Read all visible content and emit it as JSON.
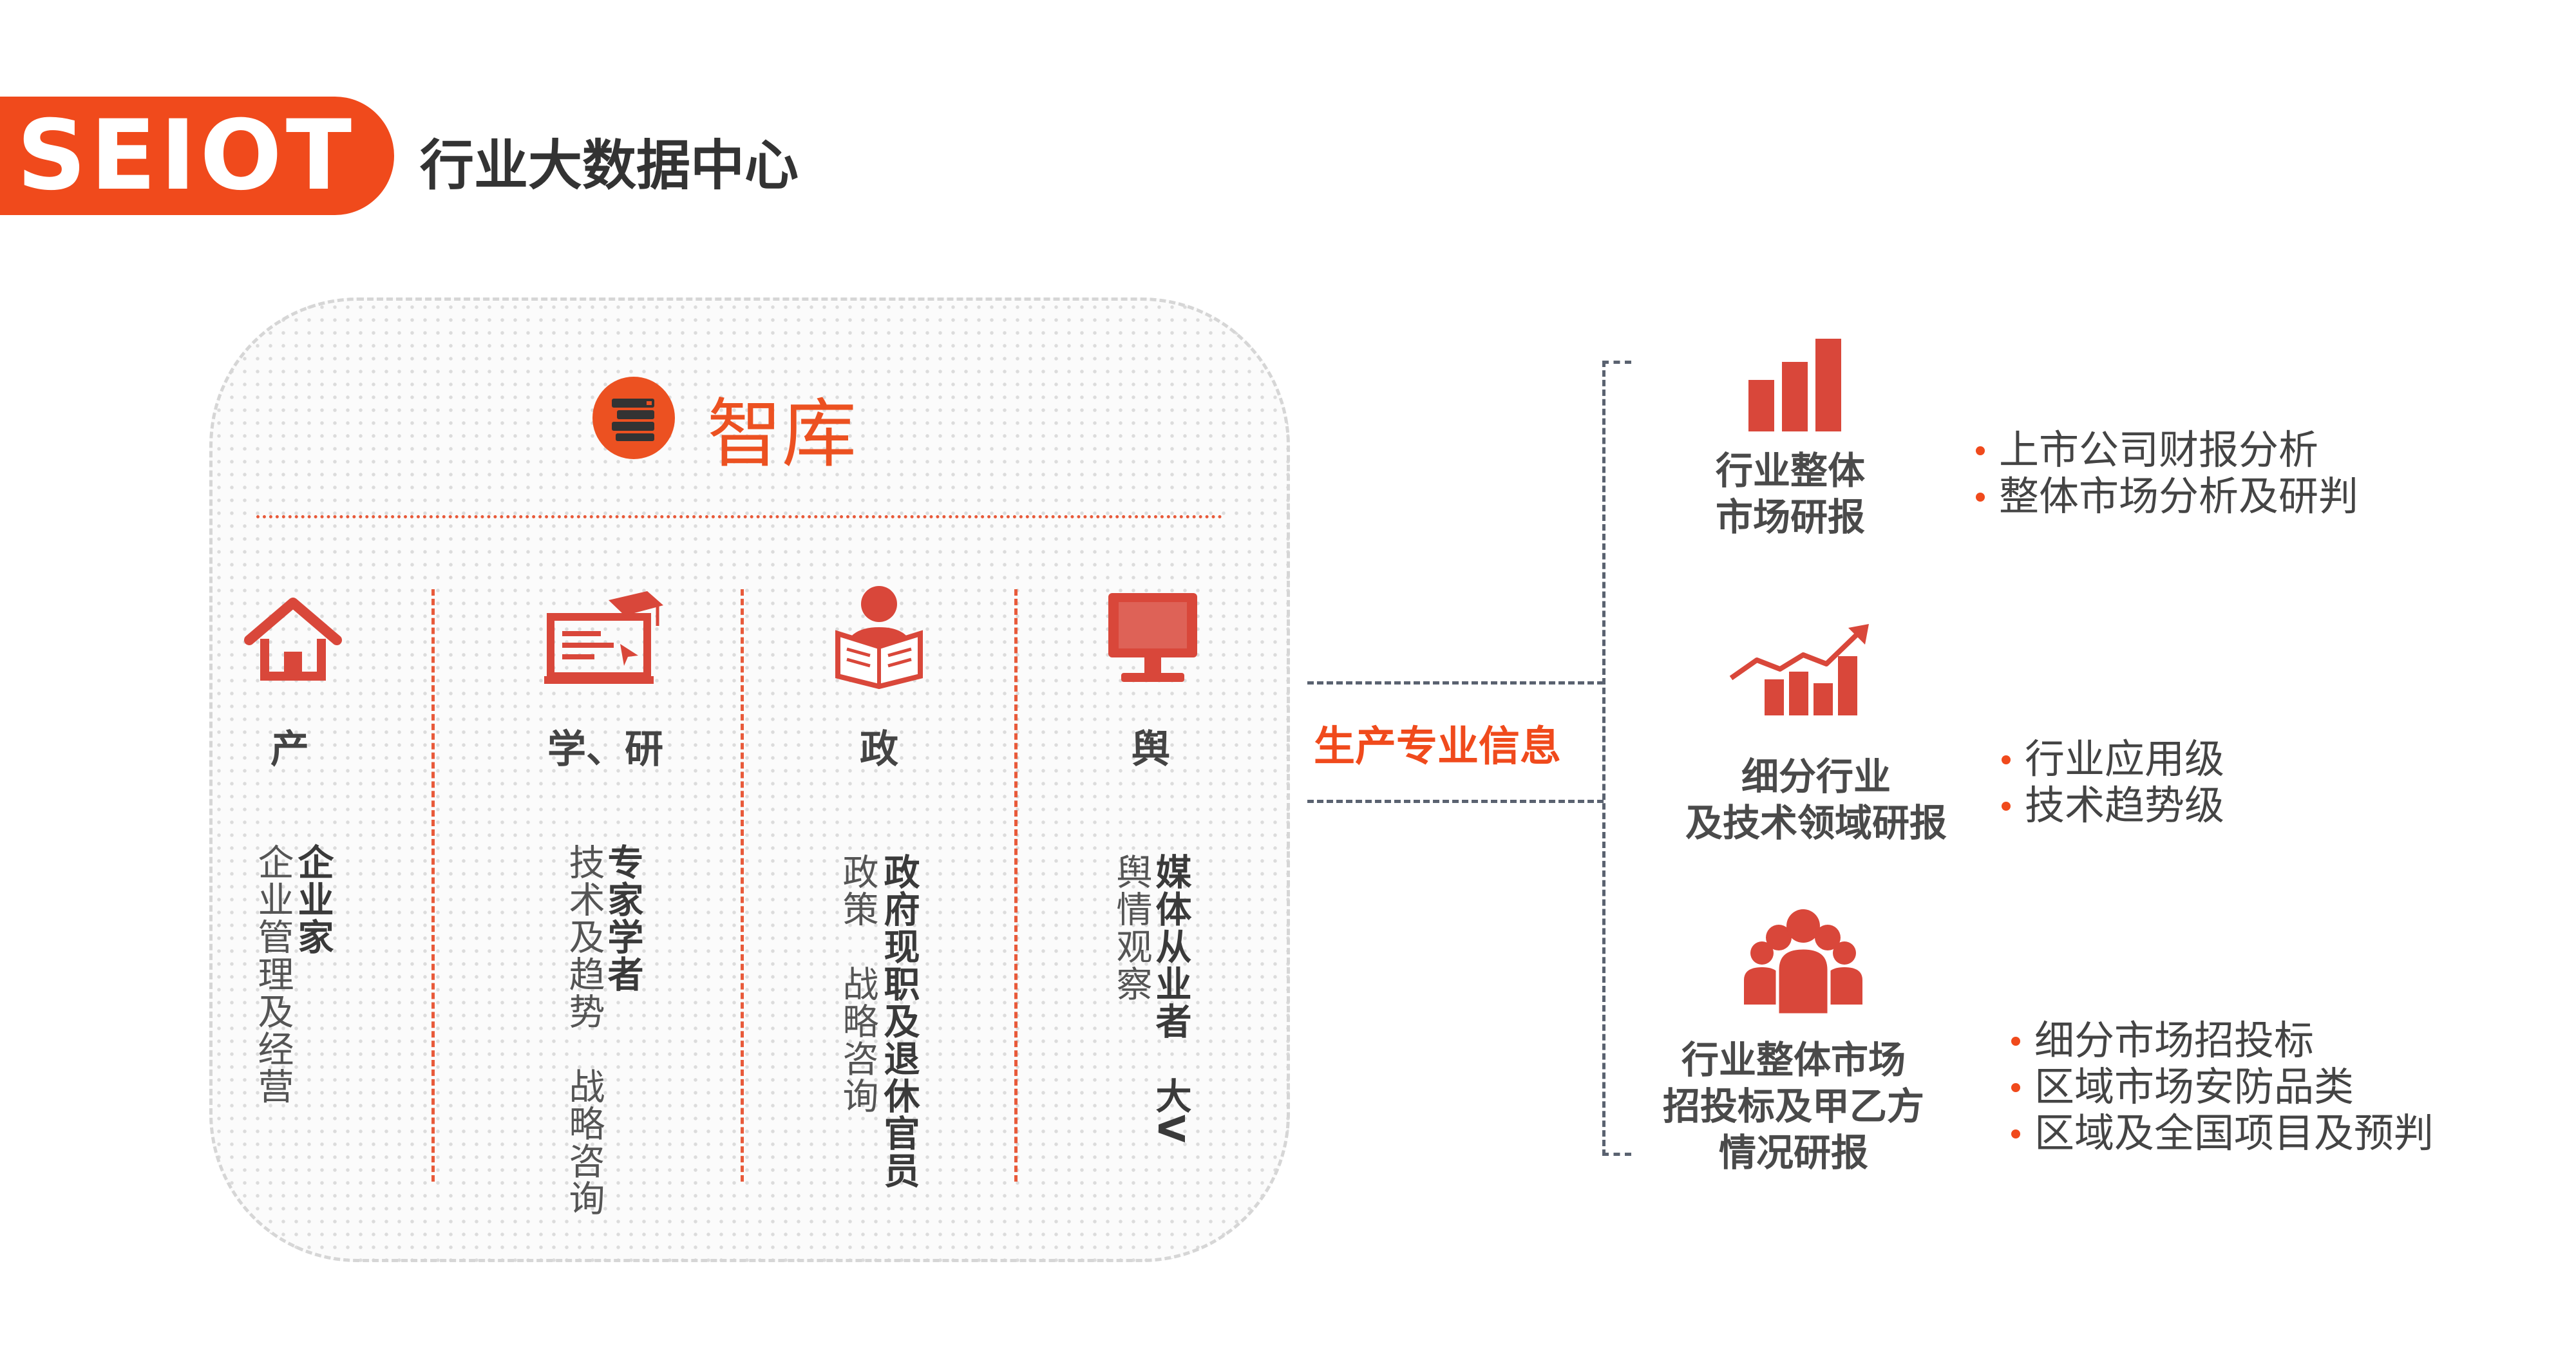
{
  "header": {
    "logo_text": "SEIOT",
    "title": "行业大数据中心"
  },
  "think_tank": {
    "title": "智库",
    "columns": [
      {
        "icon": "house-icon",
        "label": "产",
        "bold_text": "企业家",
        "text": "企业管理及经营"
      },
      {
        "icon": "graduation-cap-laptop-icon",
        "label": "学、研",
        "bold_text": "专家学者",
        "text": "技术及趋势　战略咨询"
      },
      {
        "icon": "reading-person-icon",
        "label": "政",
        "bold_text": "政府现职及退休官员",
        "text": "政策　战略咨询"
      },
      {
        "icon": "monitor-icon",
        "label": "舆",
        "bold_text": "媒体从业者　大V",
        "text": "舆情观察"
      }
    ]
  },
  "connector_label": "生产专业信息",
  "outputs": [
    {
      "icon": "bar-chart-icon",
      "title_lines": [
        "行业整体",
        "市场研报"
      ],
      "bullets": [
        "上市公司财报分析",
        "整体市场分析及研判"
      ]
    },
    {
      "icon": "trend-chart-icon",
      "title_lines": [
        "细分行业",
        "及技术领域研报"
      ],
      "bullets": [
        "行业应用级",
        "技术趋势级"
      ]
    },
    {
      "icon": "people-group-icon",
      "title_lines": [
        "行业整体市场",
        "招投标及甲乙方",
        "情况研报"
      ],
      "bullets": [
        "细分市场招投标",
        "区域市场安防品类",
        "区域及全国项目及预判"
      ]
    }
  ],
  "colors": {
    "accent": "#f04a1c",
    "icon_red": "#d9473a",
    "text": "#444444"
  }
}
